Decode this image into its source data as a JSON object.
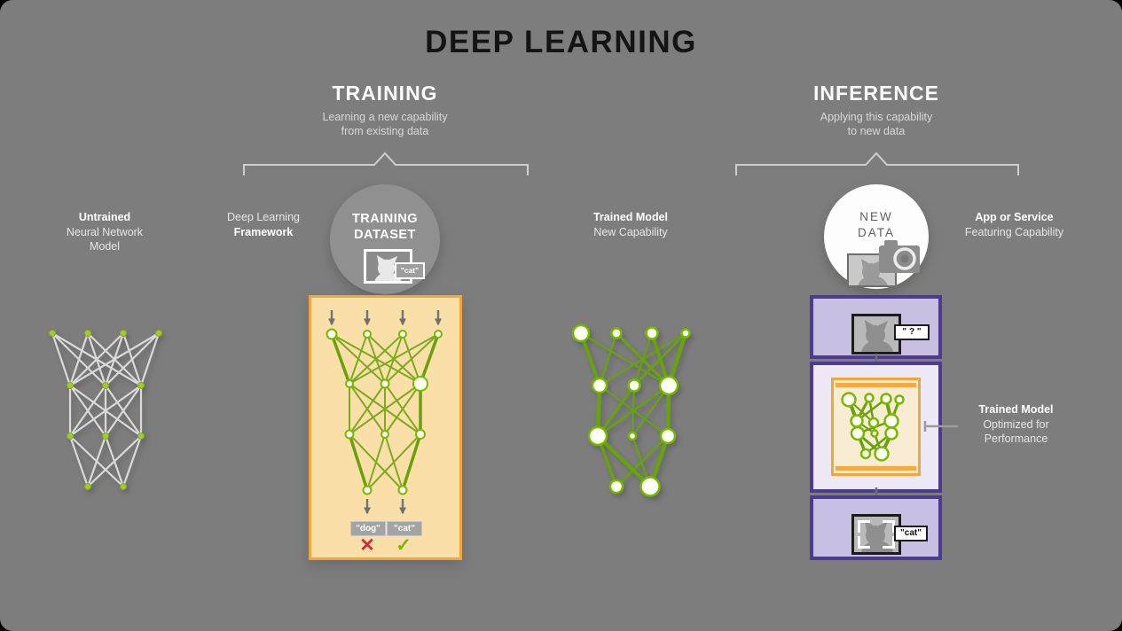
{
  "title": "DEEP LEARNING",
  "training": {
    "heading": "TRAINING",
    "subtitle_line1": "Learning a new capability",
    "subtitle_line2": "from existing data"
  },
  "inference": {
    "heading": "INFERENCE",
    "subtitle_line1": "Applying this capability",
    "subtitle_line2": "to new data"
  },
  "untrained_model": {
    "line1": "Untrained",
    "line2": "Neural Network",
    "line3": "Model"
  },
  "framework": {
    "line1": "Deep Learning",
    "line2": "Framework"
  },
  "training_dataset": {
    "line1": "TRAINING",
    "line2": "DATASET",
    "sample_tag": "\"cat\""
  },
  "trained_model": {
    "line1": "Trained Model",
    "line2": "New Capability"
  },
  "new_data": {
    "line1": "NEW",
    "line2": "DATA"
  },
  "app_service": {
    "line1": "App or Service",
    "line2": "Featuring Capability"
  },
  "optimized_model": {
    "line1": "Trained Model",
    "line2": "Optimized for",
    "line3": "Performance"
  },
  "training_outputs": {
    "wrong_label": "\"dog\"",
    "correct_label": "\"cat\"",
    "cross_mark": "✕",
    "check_mark": "✓"
  },
  "inference_steps": {
    "input_tag": "\" ? \"",
    "output_tag": "\"cat\""
  },
  "icons": {
    "dataset_sample": "cat-photo-monitor-icon",
    "new_data_sample": "cat-photo-camera-icon",
    "inference_input": "cat-photo-icon",
    "inference_output": "cat-photo-focus-icon"
  },
  "colors": {
    "background": "#7d7d7d",
    "title_text": "#141414",
    "nvidia_green": "#76b900",
    "orange_border": "#f0a63d",
    "orange_fill": "#fbdfa8",
    "purple_border": "#4d3b92",
    "lavender_fill": "#c8c0e2",
    "error_red": "#d42b35",
    "untrained_edge": "#dadada"
  }
}
